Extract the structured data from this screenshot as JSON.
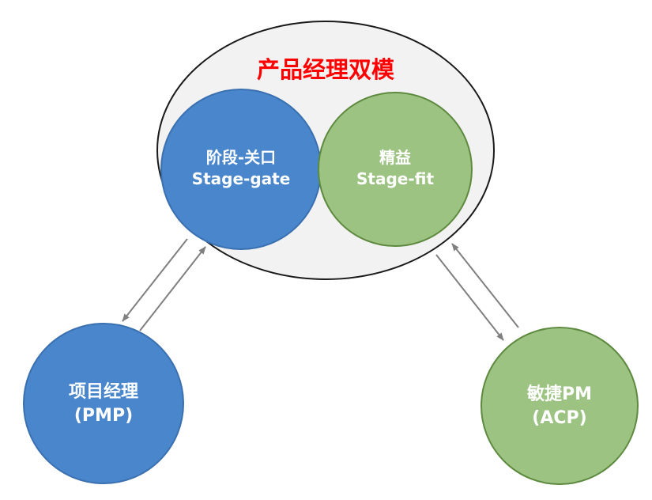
{
  "title": "产品经理双模",
  "nodes": {
    "stage_gate": {
      "line1": "阶段-关口",
      "line2": "Stage-gate"
    },
    "lean": {
      "line1": "精益",
      "line2": "Stage-fit"
    },
    "pmp": {
      "line1": "项目经理",
      "line2": "(PMP)"
    },
    "acp": {
      "line1": "敏捷PM",
      "line2": "(ACP)"
    }
  },
  "colors": {
    "title": "#ff0000",
    "blue_fill": "#4a86cc",
    "blue_stroke": "#3a70b0",
    "green_fill": "#9dc383",
    "green_stroke": "#5d8a3e",
    "ellipse_fill": "#f2f2f2",
    "ellipse_stroke": "#1a1a1a",
    "arrow": "#7f7f7f"
  }
}
